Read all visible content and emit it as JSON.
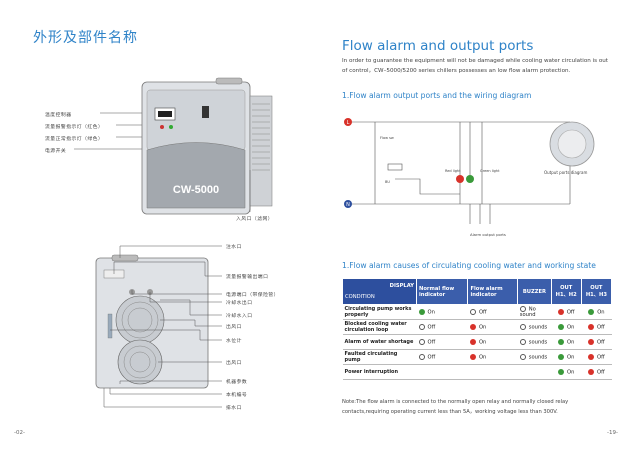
{
  "left": {
    "title": "外形及部件名称",
    "top_labels": [
      "温度控制器",
      "流量报警指示灯（红色）",
      "流量正常指示灯（绿色）",
      "电源开关"
    ],
    "front_label": "CW-5000",
    "intake_label": "入风口（滤网）",
    "bottom_labels": [
      "注水口",
      "流量报警输出端口",
      "电源端口（带保险管）",
      "冷却水出口",
      "冷却水入口",
      "出风口",
      "水位计",
      "出风口",
      "机器参数",
      "本机编号",
      "排水口"
    ],
    "page_number": "-02-"
  },
  "right": {
    "title": "Flow alarm and output ports",
    "intro": "In order to guarantee the equipment will not be damaged while cooling water circulation is out of control，CW–5000/5200 series chillers possesses an low flow alarm protection.",
    "section1": "1.Flow alarm output ports and the wiring diagram",
    "diagram": {
      "flow_sw": "Flow sw",
      "buzzer_small": "BU",
      "red_light": "Red light",
      "green_light": "Green light",
      "output_ports": "Output ports diagram",
      "alarm_ports": "Alarm output ports",
      "l": "L",
      "n": "N"
    },
    "section2": "1.Flow alarm causes of circulating cooling water and working state",
    "table": {
      "display": "DISPLAY",
      "condition": "CONDITION",
      "headers": [
        "Normal flow indicator",
        "Flow alarm indicator",
        "BUZZER",
        "OUT H1、H2",
        "OUT H1、H3"
      ],
      "rows": [
        {
          "cond": "Circulating pump works properly",
          "c1": "On",
          "c2": "Off",
          "c3": "No sound",
          "c4": "Off",
          "c5": "On",
          "i1": "green",
          "i2": "gray",
          "i4": "red",
          "i5": "green"
        },
        {
          "cond": "Blocked cooling water circulation loop",
          "c1": "Off",
          "c2": "On",
          "c3": "sounds",
          "c4": "On",
          "c5": "Off",
          "i1": "gray",
          "i2": "red",
          "i4": "green",
          "i5": "red"
        },
        {
          "cond": "Alarm of water shortage",
          "c1": "Off",
          "c2": "On",
          "c3": "sounds",
          "c4": "On",
          "c5": "Off",
          "i1": "gray",
          "i2": "red",
          "i4": "green",
          "i5": "red"
        },
        {
          "cond": "Faulted circulating pump",
          "c1": "Off",
          "c2": "On",
          "c3": "sounds",
          "c4": "On",
          "c5": "Off",
          "i1": "gray",
          "i2": "red",
          "i4": "green",
          "i5": "red"
        },
        {
          "cond": "Power interruption",
          "c1": "",
          "c2": "",
          "c3": "",
          "c4": "On",
          "c5": "Off",
          "i1": "",
          "i2": "",
          "i4": "green",
          "i5": "red"
        }
      ]
    },
    "note": "Note:The flow alarm is connected to the normally open relay and normally closed relay contacts,requiring operating current less than 5A，working voltage less than 300V.",
    "page_number": "-19-"
  },
  "colors": {
    "accent": "#2f83c8",
    "table_header": "#3b5eab",
    "red": "#d8322a",
    "green": "#3a9a3a"
  }
}
